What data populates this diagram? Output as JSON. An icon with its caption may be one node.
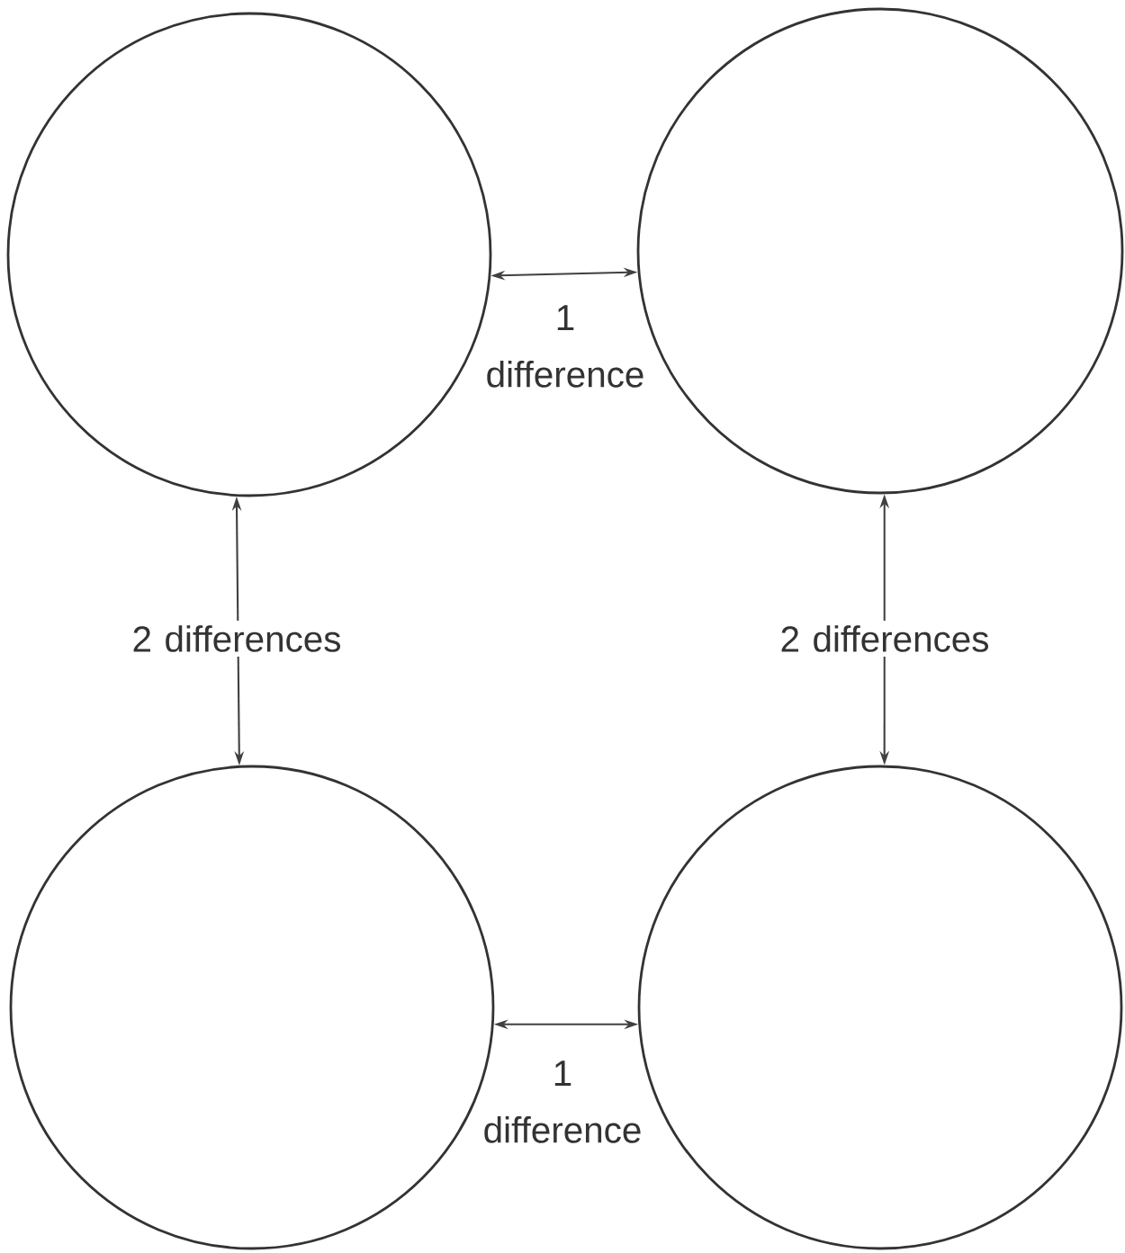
{
  "diagram": {
    "nodes": [
      {
        "text": [],
        "shape": "circle"
      },
      {
        "text": [],
        "shape": "circle"
      },
      {
        "text": [],
        "shape": "circle"
      },
      {
        "text": [],
        "shape": "circle"
      }
    ],
    "edges": [
      {
        "from": 0,
        "to": 1,
        "arrow": "both",
        "label": "1 difference"
      },
      {
        "from": 0,
        "to": 2,
        "arrow": "both",
        "label": "2 differences"
      },
      {
        "from": 1,
        "to": 3,
        "arrow": "both",
        "label": "2 differences"
      },
      {
        "from": 2,
        "to": 3,
        "arrow": "both",
        "label": "1 difference"
      }
    ]
  }
}
